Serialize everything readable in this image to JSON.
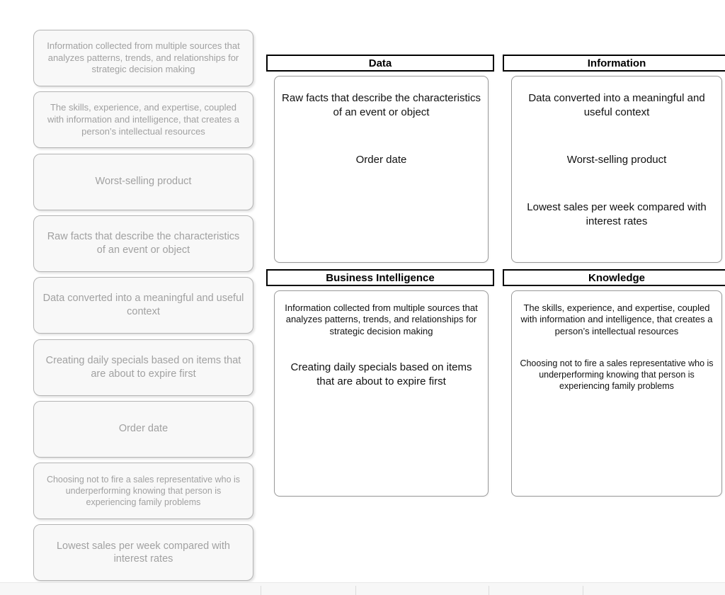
{
  "palette": {
    "items": [
      "Information collected from multiple sources that analyzes patterns, trends, and relationships for strategic decision making",
      "The skills, experience, and expertise, coupled with information and intelligence, that creates a person’s intellectual resources",
      "Worst-selling product",
      "Raw facts that describe the characteristics of an event or object",
      "Data converted into a meaningful and useful context",
      "Creating daily specials based on items that are about to expire first",
      "Order date",
      "Choosing not to fire a sales representative who is underperforming knowing that person is experiencing family problems",
      "Lowest sales per week compared with interest rates"
    ]
  },
  "categories": [
    {
      "title": "Data",
      "items": [
        "Raw facts that describe the characteristics of an event or object",
        "Order date"
      ]
    },
    {
      "title": "Information",
      "items": [
        "Data converted into a meaningful and useful context",
        "Worst-selling product",
        "Lowest sales per week compared with interest rates"
      ]
    },
    {
      "title": "Business Intelligence",
      "items": [
        "Information collected from multiple sources that analyzes patterns, trends, and relationships for strategic decision making",
        "Creating daily specials based on items that are about to expire first"
      ]
    },
    {
      "title": "Knowledge",
      "items": [
        "The skills, experience, and expertise, coupled with information and intelligence, that creates a person’s intellectual resources",
        "Choosing not to fire a sales representative who is underperforming knowing that person is experiencing family problems"
      ]
    }
  ],
  "colors": {
    "item_text": "#a1a1a1",
    "item_border": "#b4b4b4",
    "item_bg": "#f8f8f8",
    "dropzone_border": "#999999",
    "header_border": "#000000",
    "dropped_text": "#111111",
    "footer_bg": "#f7f7f7",
    "footer_divider": "#dcdcdc"
  }
}
